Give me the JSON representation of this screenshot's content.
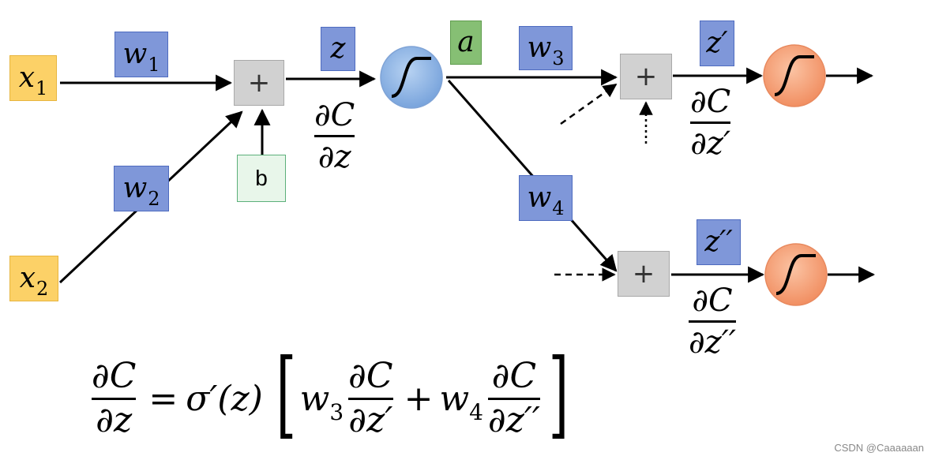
{
  "inputs": {
    "x1": {
      "base": "x",
      "sub": "1"
    },
    "x2": {
      "base": "x",
      "sub": "2"
    }
  },
  "weights": {
    "w1": {
      "base": "w",
      "sub": "1"
    },
    "w2": {
      "base": "w",
      "sub": "2"
    },
    "w3": {
      "base": "w",
      "sub": "3"
    },
    "w4": {
      "base": "w",
      "sub": "4"
    }
  },
  "labels": {
    "z": "z",
    "a": "a",
    "b": "b",
    "z_prime": "z′",
    "z_dprime": "z′′",
    "plus": "+"
  },
  "gradients": {
    "dC_dz": {
      "num": "∂C",
      "den": "∂z"
    },
    "dC_dz_prime": {
      "num": "∂C",
      "den": "∂z′"
    },
    "dC_dz_dprime": {
      "num": "∂C",
      "den": "∂z′′"
    }
  },
  "formula": {
    "lhs_num": "∂C",
    "lhs_den": "∂z",
    "equals": "=",
    "sigma_prime": "σ′(z)",
    "w3": "w",
    "w3_sub": "3",
    "plus": "+",
    "w4": "w",
    "w4_sub": "4",
    "t1_num": "∂C",
    "t1_den": "∂z′",
    "t2_num": "∂C",
    "t2_den": "∂z′′",
    "lbracket": "[",
    "rbracket": "]"
  },
  "colors": {
    "input_fill": "#fcd167",
    "weight_fill": "#7f97d9",
    "activation_fill": "#86bf74",
    "bias_fill": "#e8f6ea",
    "sum_fill": "#d1d1d1",
    "neuron_blue": "#8fb4e3",
    "neuron_orange": "#f7a47c"
  },
  "watermark": "CSDN @Caaaaaan"
}
